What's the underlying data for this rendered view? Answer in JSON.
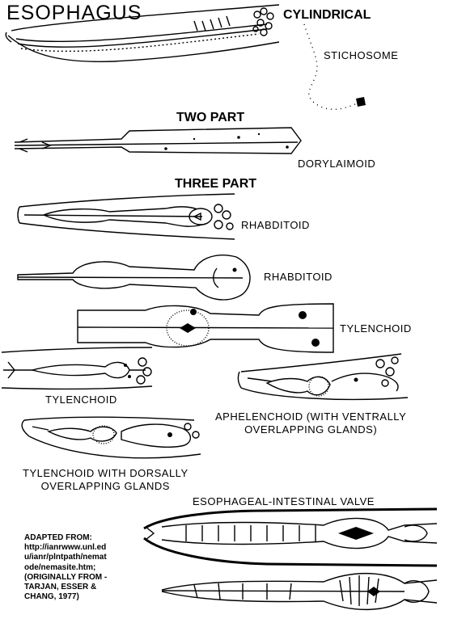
{
  "title": "ESOPHAGUS",
  "categories": {
    "cylindrical": "CYLINDRICAL",
    "two_part": "TWO PART",
    "three_part": "THREE PART",
    "valve": "ESOPHAGEAL-INTESTINAL VALVE"
  },
  "types": {
    "stichosome": "STICHOSOME",
    "dorylaimoid": "DORYLAIMOID",
    "rhabditoid_1": "RHABDITOID",
    "rhabditoid_2": "RHABDITOID",
    "tylenchoid_1": "TYLENCHOID",
    "tylenchoid_2": "TYLENCHOID",
    "aphelenchoid": "APHELENCHOID (WITH VENTRALLY\nOVERLAPPING GLANDS)",
    "tylenchoid_dorsal": "TYLENCHOID WITH DORSALLY\nOVERLAPPING GLANDS"
  },
  "credit": "ADAPTED FROM:\nhttp://ianrwww.unl.ed\nu/ianr/plntpath/nemat\node/nemasite.htm;\n(ORIGINALLY FROM -\nTARJAN, ESSER &\nCHANG, 1977)"
}
